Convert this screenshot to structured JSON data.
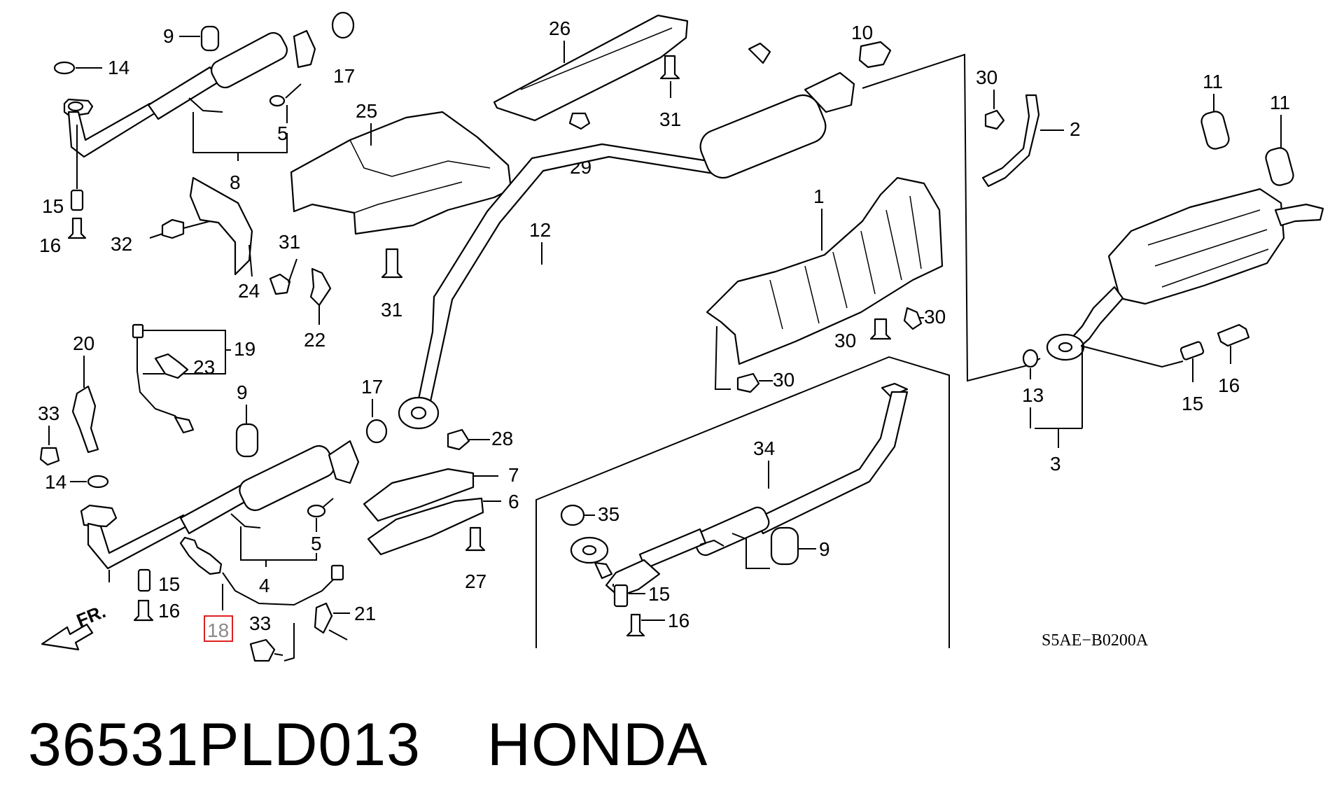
{
  "diagram_code": "S5AE−B0200A",
  "direction_label": "FR.",
  "highlighted_part": "18",
  "footer": {
    "part_number": "36531PLD013",
    "brand": "HONDA"
  },
  "callouts": {
    "c9a": "9",
    "c14a": "14",
    "c17a": "17",
    "c5a": "5",
    "c8": "8",
    "c15a": "15",
    "c16a": "16",
    "c32": "32",
    "c24": "24",
    "c31a": "31",
    "c22": "22",
    "c25": "25",
    "c31b": "31",
    "c26": "26",
    "c31c": "31",
    "c29": "29",
    "c10": "10",
    "c12": "12",
    "c30a": "30",
    "c2": "2",
    "c11a": "11",
    "c11b": "11",
    "c1": "1",
    "c30b": "30",
    "c30c": "30",
    "c30d": "30",
    "c13": "13",
    "c3": "3",
    "c15b": "15",
    "c16b": "16",
    "c20": "20",
    "c19": "19",
    "c23": "23",
    "c33a": "33",
    "c9b": "9",
    "c17b": "17",
    "c14b": "14",
    "c28": "28",
    "c7": "7",
    "c6": "6",
    "c5b": "5",
    "c4": "4",
    "c15c": "15",
    "c16c": "16",
    "c27": "27",
    "c18": "18",
    "c33b": "33",
    "c21": "21",
    "c34": "34",
    "c35": "35",
    "c9c": "9",
    "c15d": "15",
    "c16d": "16"
  },
  "colors": {
    "line": "#000000",
    "highlight_box": "#e02020",
    "highlight_text": "#8a8a8a"
  }
}
